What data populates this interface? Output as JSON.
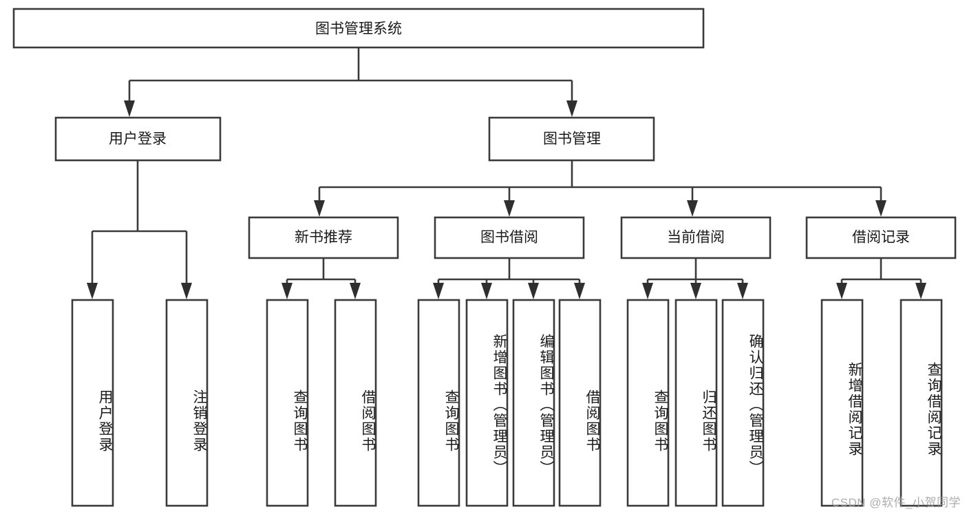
{
  "diagram": {
    "title": "图书管理系统",
    "type": "hierarchy-tree",
    "watermark": "CSDN @软件_小贺同学",
    "colors": {
      "box_stroke": "#3a3a3a",
      "box_fill": "#ffffff",
      "connector": "#3a3a3a",
      "text": "#1a1a1a",
      "watermark": "#9e9e9e",
      "background": "#ffffff"
    },
    "root": {
      "label": "图书管理系统"
    },
    "level2": [
      {
        "label": "用户登录"
      },
      {
        "label": "图书管理"
      }
    ],
    "level3": [
      {
        "label": "新书推荐"
      },
      {
        "label": "图书借阅"
      },
      {
        "label": "当前借阅"
      },
      {
        "label": "借阅记录"
      }
    ],
    "leaves": {
      "user_login": [
        {
          "label": "用户登录"
        },
        {
          "label": "注销登录"
        }
      ],
      "new_book_recommend": [
        {
          "label": "查询图书"
        },
        {
          "label": "借阅图书"
        }
      ],
      "book_borrow": [
        {
          "label": "查询图书"
        },
        {
          "label": "新增图书（管理员）"
        },
        {
          "label": "编辑图书（管理员）"
        },
        {
          "label": "借阅图书"
        }
      ],
      "current_borrow": [
        {
          "label": "查询图书"
        },
        {
          "label": "归还图书"
        },
        {
          "label": "确认归还（管理员）"
        }
      ],
      "borrow_record": [
        {
          "label": "新增借阅记录"
        },
        {
          "label": "查询借阅记录"
        }
      ]
    }
  }
}
